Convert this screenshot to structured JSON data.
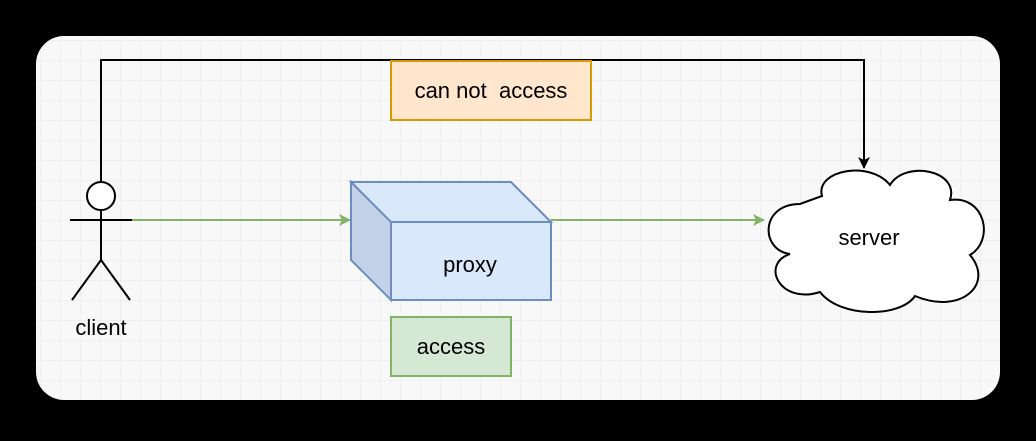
{
  "diagram": {
    "nodes": {
      "client": {
        "label": "client",
        "shape": "actor"
      },
      "proxy": {
        "label": "proxy",
        "shape": "cube"
      },
      "server": {
        "label": "server",
        "shape": "cloud"
      }
    },
    "edges": {
      "blocked": {
        "from": "client",
        "to": "server",
        "label": "can not  access",
        "color": "#000000"
      },
      "via_proxy": {
        "from": "client",
        "to": "server",
        "via": "proxy",
        "label": "access",
        "color": "#82b366"
      }
    }
  },
  "colors": {
    "frame_background": "#000000",
    "canvas_background": "#f8f8f8",
    "grid_line": "#e6e6e6",
    "edge_default": "#000000",
    "edge_access": "#82b366",
    "proxy_fill": "#dae8fc",
    "proxy_side_fill": "#c3d2e8",
    "proxy_stroke": "#6c8ebf",
    "cannot_label_fill": "#ffe6cc",
    "cannot_label_stroke": "#d79b00",
    "access_label_fill": "#d5e8d4",
    "access_label_stroke": "#82b366"
  }
}
